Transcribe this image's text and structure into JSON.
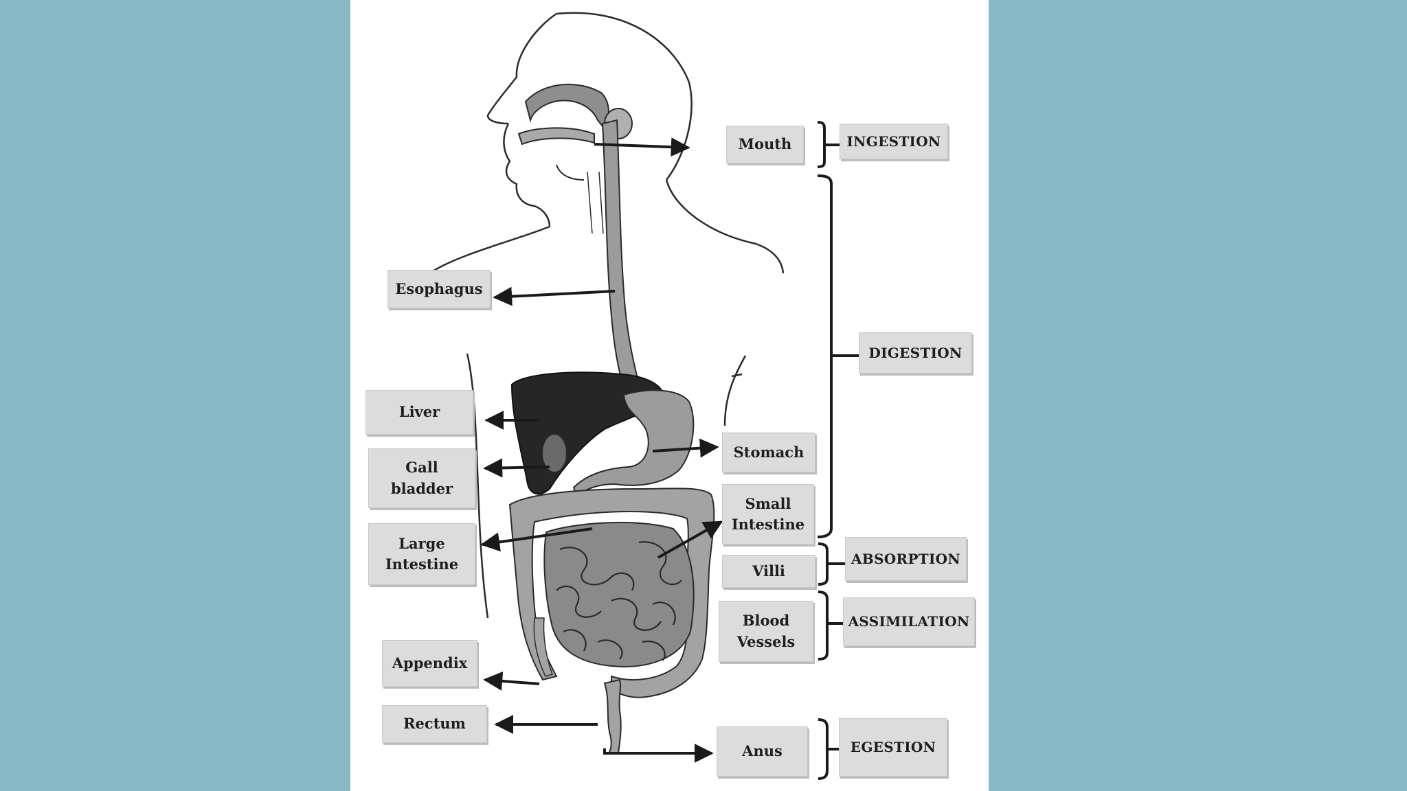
{
  "colors": {
    "background": "#87bac6",
    "panel": "#ffffff",
    "label_box": "#dcdcdc",
    "liver": "#262626",
    "organ_fill": "#9c9c9c",
    "outline": "#2a2a2a"
  },
  "labels": {
    "mouth": "Mouth",
    "esophagus": "Esophagus",
    "liver": "Liver",
    "gall_bladder": "Gall\nbladder",
    "large_intestine": "Large\nIntestine",
    "appendix": "Appendix",
    "rectum": "Rectum",
    "stomach": "Stomach",
    "small_intestine": "Small\nIntestine",
    "villi": "Villi",
    "blood_vessels": "Blood\nVessels",
    "anus": "Anus"
  },
  "stages": {
    "ingestion": "INGESTION",
    "digestion": "DIGESTION",
    "absorption": "ABSORPTION",
    "assimilation": "ASSIMILATION",
    "egestion": "EGESTION"
  }
}
